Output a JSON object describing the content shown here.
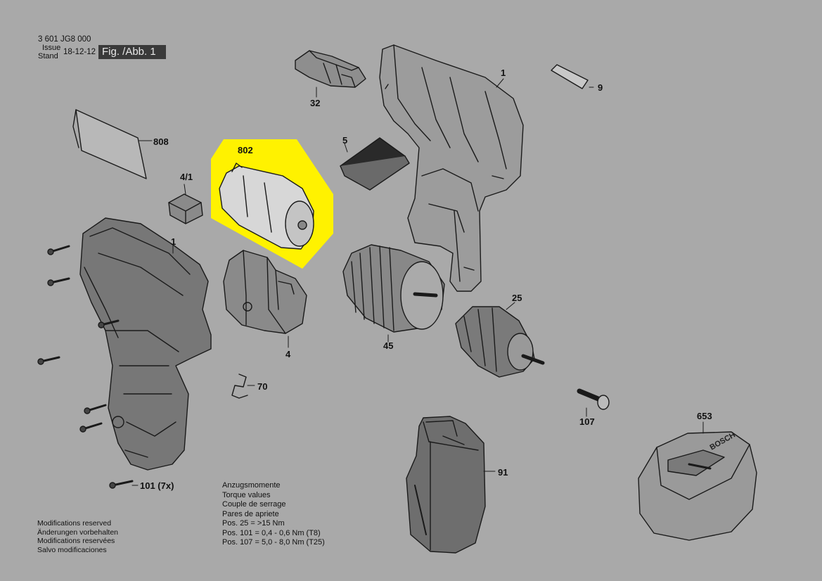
{
  "header": {
    "doc_number": "3 601 JG8 000",
    "issue_label": "Issue",
    "stand_label": "Stand",
    "date": "18-12-12",
    "figure": "Fig. /Abb. 1"
  },
  "parts": {
    "p1a": "1",
    "p1b": "1",
    "p4": "4",
    "p4_1": "4/1",
    "p5": "5",
    "p9": "9",
    "p25": "25",
    "p32": "32",
    "p45": "45",
    "p70": "70",
    "p91": "91",
    "p101": "101 (7x)",
    "p107": "107",
    "p653": "653",
    "p802": "802",
    "p808": "808"
  },
  "torque": {
    "lines": [
      "Anzugsmomente",
      "Torque values",
      "Couple de serrage",
      "Pares de apriete",
      "Pos.  25  = >15 Nm",
      "Pos. 101 = 0,4 - 0,6 Nm (T8)",
      "Pos. 107 = 5,0 - 8,0 Nm (T25)"
    ]
  },
  "modifications": {
    "lines": [
      "Modifications reserved",
      "Änderungen vorbehalten",
      "Modifications reservées",
      "Salvo modificaciones"
    ]
  },
  "brand_on_charger": "BOSCH",
  "colors": {
    "background": "#a9a9a9",
    "highlight": "#fff200",
    "line": "#1a1a1a"
  }
}
